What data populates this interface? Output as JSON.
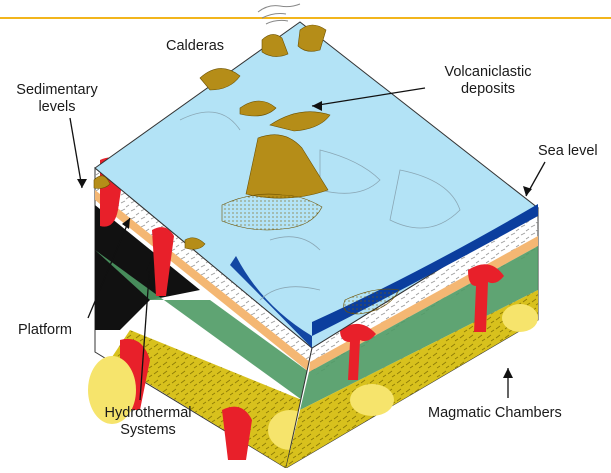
{
  "labels": {
    "calderas": "Calderas",
    "sedimentary_line1": "Sedimentary",
    "sedimentary_line2": "levels",
    "volcaniclastic_line1": "Volcaniclastic",
    "volcaniclastic_line2": "deposits",
    "sea_level": "Sea level",
    "platform": "Platform",
    "hydrothermal_line1": "Hydrothermal",
    "hydrothermal_line2": "Systems",
    "magmatic_chambers": "Magmatic Chambers"
  },
  "colors": {
    "top_rule": "#f2b51c",
    "sea_surface": "#b3e3f6",
    "deep_ocean": "#0b3e9e",
    "volcanic_deposit": "#b58d18",
    "magma": "#e8202a",
    "sediment_tan": "#f4b773",
    "green_layer": "#4e9a64",
    "yellow_layer": "#e8d330",
    "black_layer": "#111111",
    "chamber_yellow": "#f6e46c"
  }
}
